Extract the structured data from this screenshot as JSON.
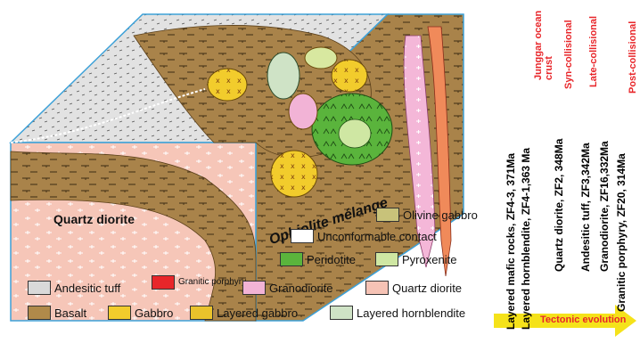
{
  "labels": {
    "quartz_diorite_block": "Quartz diorite",
    "ophiolite_melange": "Ophiolite mélange"
  },
  "legend": [
    {
      "id": "olivine-gabbro",
      "label": "Olivine gabbro",
      "color": "#c8c27a"
    },
    {
      "id": "unconformable-contact",
      "label": "Unconformable contact",
      "color": "#ffffff"
    },
    {
      "id": "peridotite",
      "label": "Peridotite",
      "color": "#5ab43c"
    },
    {
      "id": "pyroxenite",
      "label": "Pyroxenite",
      "color": "#cfe7a3"
    },
    {
      "id": "andesitic-tuff",
      "label": "Andesitic tuff",
      "color": "#d9d9d9"
    },
    {
      "id": "granitic-porphyry",
      "label": "Granitic porphyry",
      "color": "#e8262a"
    },
    {
      "id": "granodiorite",
      "label": "Granodiorite",
      "color": "#f2b3d6"
    },
    {
      "id": "quartz-diorite",
      "label": "Quartz diorite",
      "color": "#f6c3b5"
    },
    {
      "id": "basalt",
      "label": "Basalt",
      "color": "#b08a4a"
    },
    {
      "id": "gabbro",
      "label": "Gabbro",
      "color": "#f2cc2c"
    },
    {
      "id": "layered-gabbro",
      "label": "Layered gabbro",
      "color": "#e9c22b"
    },
    {
      "id": "layered-hornblendite",
      "label": "Layered hornblendite",
      "color": "#cfe3c6"
    }
  ],
  "timeline": {
    "events": [
      "Layered mafic rocks, ZF4-3, 371Ma",
      "Layered hornblendite, ZF4-1,363 Ma",
      "Quartz diorite, ZF2, 348Ma",
      "Andesitic tuff, ZF3,342Ma",
      "Granodiorite, ZF16,332Ma",
      "Granitic porphyry, ZF20, 314Ma"
    ],
    "phases": [
      "Junggar ocean crust",
      "Syn-collisional",
      "Late-collisional",
      "Post-collisional"
    ],
    "arrow_label": "Tectonic evolution",
    "phase_color": "#e8262a",
    "arrow_color": "#f5e21a"
  }
}
